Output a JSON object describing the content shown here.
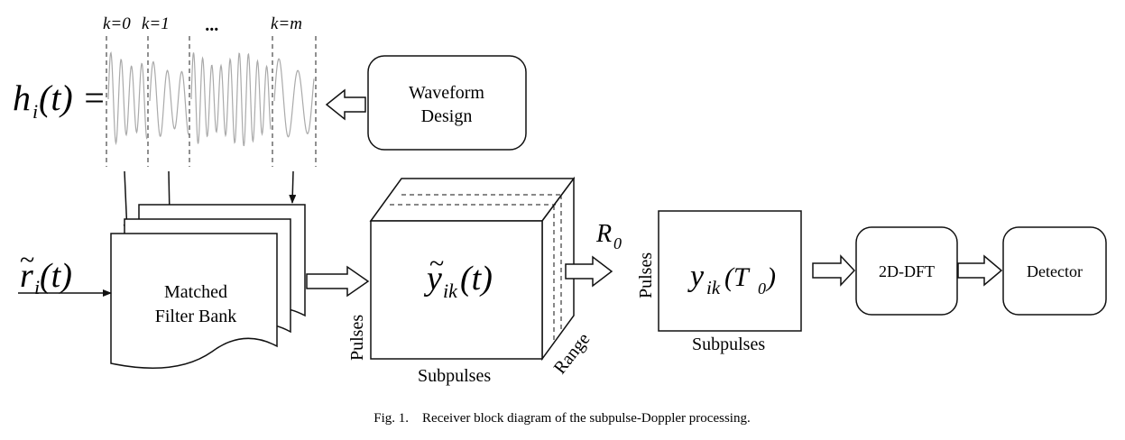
{
  "waveform": {
    "lhs_func": "h",
    "lhs_sub": "i",
    "lhs_arg": "(t) =",
    "k_labels": [
      "k=0",
      "k=1",
      "...",
      "k=m"
    ]
  },
  "blocks": {
    "waveform_design_line1": "Waveform",
    "waveform_design_line2": "Design",
    "matched_filter_line1": "Matched",
    "matched_filter_line2": "Filter Bank",
    "dft": "2D-DFT",
    "detector": "Detector"
  },
  "input": {
    "tilde": "~",
    "func": "r",
    "sub": "i",
    "arg": "(t)"
  },
  "cube": {
    "tilde": "~",
    "func": "y",
    "sub": "ik",
    "arg": "(t)",
    "axis_pulses": "Pulses",
    "axis_subpulses": "Subpulses",
    "axis_range": "Range",
    "range_sel": "R",
    "range_sel_sub": "0"
  },
  "matrix": {
    "func": "y",
    "sub": "ik",
    "arg_open": "(T",
    "arg_sub": "0",
    "arg_close": ")",
    "axis_pulses": "Pulses",
    "axis_subpulses": "Subpulses"
  },
  "caption": "Fig. 1.    Receiver block diagram of the subpulse-Doppler processing."
}
